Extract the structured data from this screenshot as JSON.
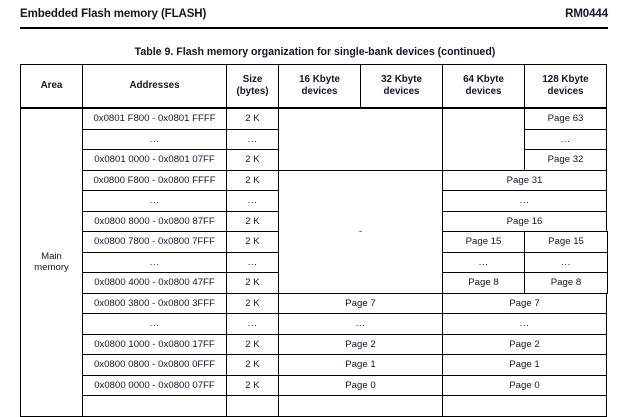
{
  "page_header": {
    "doc_title": "Embedded Flash memory (FLASH)",
    "doc_ref": "RM0444"
  },
  "table": {
    "caption": "Table 9. Flash memory organization for single-bank devices (continued)",
    "columns": [
      {
        "id": "area",
        "label": "Area"
      },
      {
        "id": "addresses",
        "label": "Addresses"
      },
      {
        "id": "size",
        "label": "Size\n(bytes)"
      },
      {
        "id": "dev16",
        "label": "16 Kbyte\ndevices"
      },
      {
        "id": "dev32",
        "label": "32 Kbyte\ndevices"
      },
      {
        "id": "dev64",
        "label": "64 Kbyte\ndevices"
      },
      {
        "id": "dev128",
        "label": "128 Kbyte\ndevices"
      }
    ],
    "column_labels": {
      "area": "Area",
      "addresses": "Addresses",
      "size_line1": "Size",
      "size_line2": "(bytes)",
      "dev16_line1": "16 Kbyte",
      "dev16_line2": "devices",
      "dev32_line1": "32 Kbyte",
      "dev32_line2": "devices",
      "dev64_line1": "64 Kbyte",
      "dev64_line2": "devices",
      "dev128_line1": "128 Kbyte",
      "dev128_line2": "devices"
    },
    "area_label": "Main\nmemory",
    "area_label_line1": "Main",
    "area_label_line2": "memory",
    "dash": "-",
    "ellipsis": "...",
    "rows": [
      {
        "address": "0x0801 F800 - 0x0801 FFFF",
        "size": "2 K",
        "dev128": "Page 63"
      },
      {
        "address": "...",
        "size": "...",
        "dev128": "..."
      },
      {
        "address": "0x0801 0000 - 0x0801 07FF",
        "size": "2 K",
        "dev128": "Page 32"
      },
      {
        "address": "0x0800 F800 - 0x0800 FFFF",
        "size": "2 K",
        "dev64_128": "Page 31"
      },
      {
        "address": "...",
        "size": "...",
        "dev64_128": "..."
      },
      {
        "address": "0x0800 8000 - 0x0800 87FF",
        "size": "2 K",
        "dev64_128": "Page 16"
      },
      {
        "address": "0x0800 7800 - 0x0800 7FFF",
        "size": "2 K",
        "dev32": "Page 15",
        "dev64_128": "Page 15"
      },
      {
        "address": "...",
        "size": "...",
        "dev32": "...",
        "dev64_128": "..."
      },
      {
        "address": "0x0800 4000 - 0x0800 47FF",
        "size": "2 K",
        "dev32": "Page 8",
        "dev64_128": "Page 8"
      },
      {
        "address": "0x0800 3800 - 0x0800 3FFF",
        "size": "2 K",
        "dev16_32": "Page 7",
        "dev64_128": "Page 7"
      },
      {
        "address": "...",
        "size": "...",
        "dev16_32": "...",
        "dev64_128": "..."
      },
      {
        "address": "0x0800 1000 - 0x0800 17FF",
        "size": "2 K",
        "dev16_32": "Page 2",
        "dev64_128": "Page 2"
      },
      {
        "address": "0x0800 0800 - 0x0800 0FFF",
        "size": "2 K",
        "dev16_32": "Page 1",
        "dev64_128": "Page 1"
      },
      {
        "address": "0x0800 0000 - 0x0800 07FF",
        "size": "2 K",
        "dev16_32": "Page 0",
        "dev64_128": "Page 0"
      }
    ]
  }
}
